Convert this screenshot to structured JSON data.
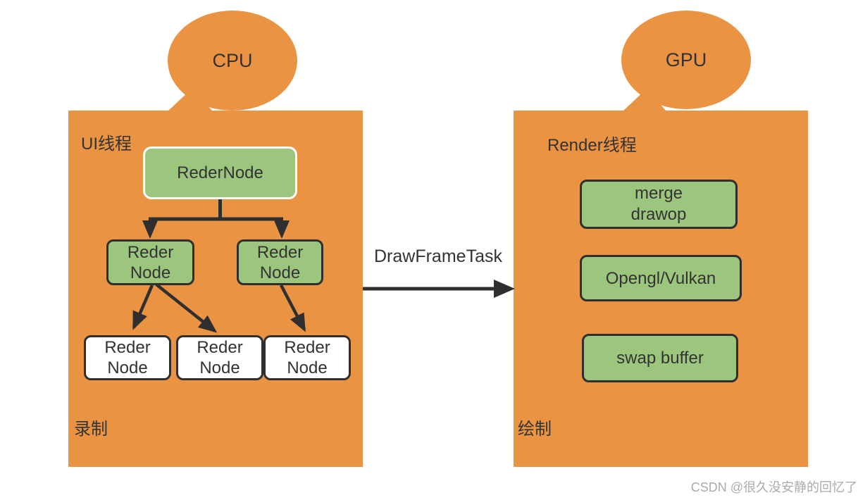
{
  "colors": {
    "orange": "#EA9342",
    "green": "#9CC67E",
    "line": "#2F2F2F",
    "text": "#333333",
    "watermark": "#ABABAB"
  },
  "left_panel": {
    "bubble_label": "CPU",
    "thread_label": "UI线程",
    "mode_label": "录制",
    "root_node": "RederNode",
    "mid_nodes": [
      "Reder\nNode",
      "Reder\nNode"
    ],
    "leaf_nodes": [
      "Reder\nNode",
      "Reder\nNode",
      "Reder\nNode"
    ]
  },
  "transfer": {
    "label": "DrawFrameTask"
  },
  "right_panel": {
    "bubble_label": "GPU",
    "thread_label": "Render线程",
    "mode_label": "绘制",
    "steps": [
      "merge\ndrawop",
      "Opengl/Vulkan",
      "swap buffer"
    ]
  },
  "watermark": "CSDN @很久没安静的回忆了"
}
